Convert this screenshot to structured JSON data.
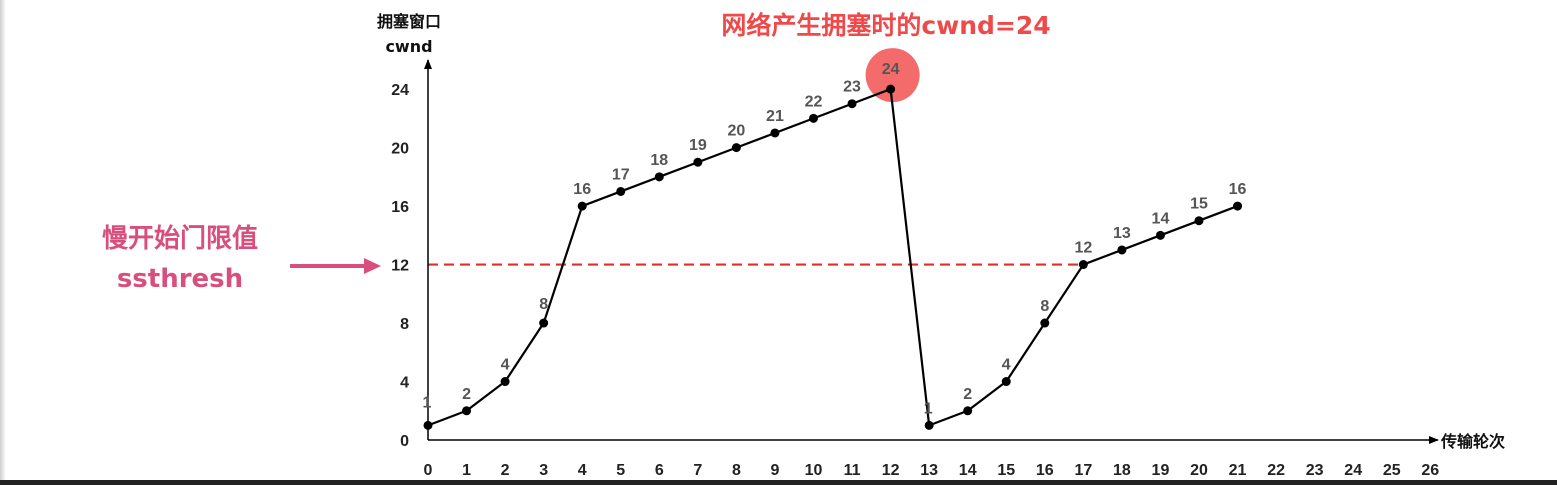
{
  "chart_data": {
    "type": "line",
    "title": "网络产生拥塞时的cwnd=24",
    "ylabel": [
      "拥塞窗口",
      "cwnd"
    ],
    "xlabel": "传输轮次",
    "x_ticks": [
      0,
      1,
      2,
      3,
      4,
      5,
      6,
      7,
      8,
      9,
      10,
      11,
      12,
      13,
      14,
      15,
      16,
      17,
      18,
      19,
      20,
      21,
      22,
      23,
      24,
      25,
      26
    ],
    "y_ticks": [
      0,
      4,
      8,
      12,
      16,
      20,
      24
    ],
    "xlim": [
      0,
      26
    ],
    "ylim": [
      0,
      24
    ],
    "series": [
      {
        "x": [
          0,
          1,
          2,
          3,
          4,
          5,
          6,
          7,
          8,
          9,
          10,
          11,
          12,
          13,
          14,
          15,
          16,
          17,
          18,
          19,
          20,
          21
        ],
        "values": [
          1,
          2,
          4,
          8,
          16,
          17,
          18,
          19,
          20,
          21,
          22,
          23,
          24,
          1,
          2,
          4,
          8,
          12,
          13,
          14,
          15,
          16
        ],
        "labels": [
          "1",
          "2",
          "4",
          "8",
          "16",
          "17",
          "18",
          "19",
          "20",
          "21",
          "22",
          "23",
          "24",
          "1",
          "2",
          "4",
          "8",
          "12",
          "13",
          "14",
          "15",
          "16"
        ]
      }
    ],
    "threshold": {
      "value": 12,
      "label": [
        "慢开始门限值",
        "ssthresh"
      ],
      "style": "dashed"
    },
    "highlight": {
      "x": 12,
      "y": 24,
      "label": "24"
    },
    "colors": {
      "line": "#000000",
      "threshold": "#d9302c",
      "title": "#f0494a",
      "annotation": "#d84f7e",
      "highlight_circle": "#f04a4a",
      "highlight_text": "#c41c1c",
      "labels": "#555555"
    }
  }
}
